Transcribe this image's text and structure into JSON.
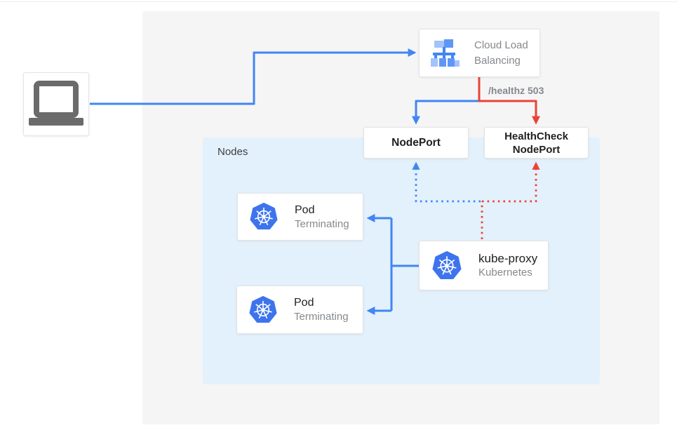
{
  "colors": {
    "blue": "#4285f4",
    "red": "#ea4335",
    "panel_bg": "#f5f5f6",
    "group_bg": "#e3f1fc",
    "box_border": "#e4e4e4",
    "title_text": "#212121",
    "dark_text": "#3c4043",
    "muted_text": "#85898d",
    "laptop_gray": "#6b6b6b",
    "k8s_blue": "#3d74ee",
    "clb_icon_light": "#a3c3f9",
    "clb_icon_mid": "#5e97f6",
    "clb_icon_dark": "#4285f4"
  },
  "nodes": {
    "cloud_load_balancing": {
      "label": "Cloud Load Balancing"
    },
    "nodeport": {
      "label": "NodePort"
    },
    "healthcheck_nodeport": {
      "label": "HealthCheck NodePort"
    },
    "nodes_group": {
      "label": "Nodes"
    },
    "pod1": {
      "title": "Pod",
      "subtitle": "Terminating"
    },
    "pod2": {
      "title": "Pod",
      "subtitle": "Terminating"
    },
    "kube_proxy": {
      "title": "kube-proxy",
      "subtitle": "Kubernetes"
    }
  },
  "edges": {
    "healthz_label": "/healthz 503"
  }
}
